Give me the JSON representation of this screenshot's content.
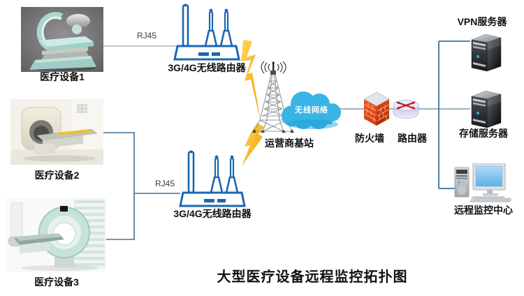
{
  "title": "大型医疗设备远程监控拓扑图",
  "devices": [
    {
      "label": "医疗设备1"
    },
    {
      "label": "医疗设备2"
    },
    {
      "label": "医疗设备3"
    }
  ],
  "wireless_routers": [
    {
      "label": "3G/4G无线路由器"
    },
    {
      "label": "3G/4G无线路由器"
    }
  ],
  "connections": {
    "rj45_top": "RJ45",
    "rj45_bottom": "RJ45"
  },
  "base_station": {
    "label": "运营商基站"
  },
  "wireless_cloud": {
    "label": "无线网络"
  },
  "firewall": {
    "label": "防火墙"
  },
  "router": {
    "label": "路由器"
  },
  "vpn_server": {
    "label": "VPN服务器"
  },
  "storage_server": {
    "label": "存储服务器"
  },
  "monitoring_center": {
    "label": "远程监控中心"
  },
  "colors": {
    "router_line_blue": "#1b67b2",
    "cloud_blue": "#39b4e7",
    "lightning_gold": "#ffc63a",
    "firewall_red": "#e8501e",
    "link_steel_blue": "#3f719c",
    "link_gray": "#a8b0b5"
  }
}
